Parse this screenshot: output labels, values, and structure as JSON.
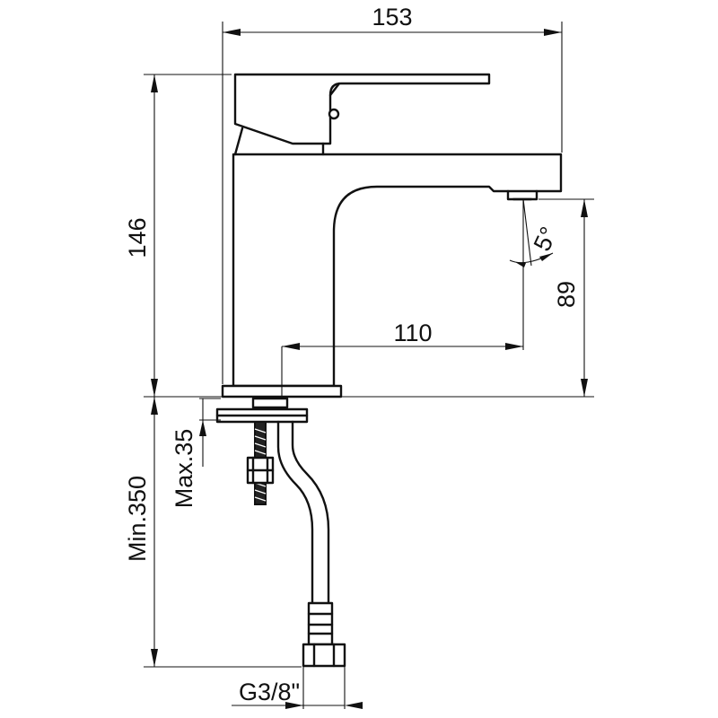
{
  "dimensions": {
    "total_width": "153",
    "total_height": "146",
    "spout_height": "89",
    "spout_reach": "110",
    "spout_angle": "5°",
    "max_thickness": "Max.35",
    "hose_length": "Min.350",
    "thread": "G3/8\""
  }
}
